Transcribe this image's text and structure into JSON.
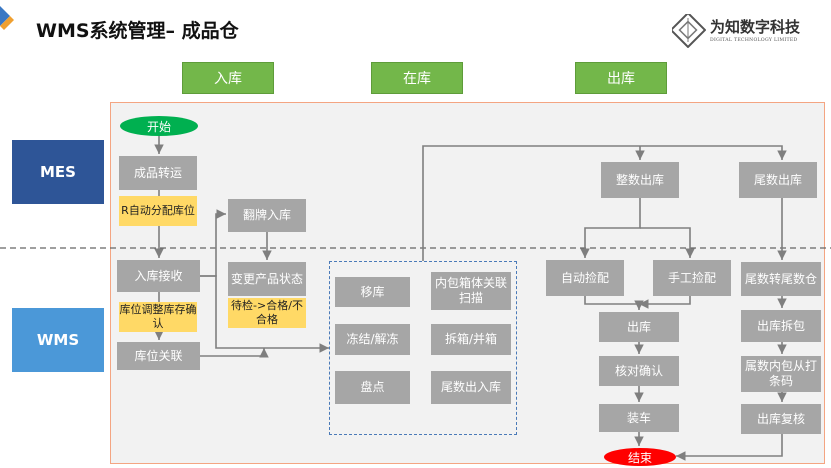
{
  "header": {
    "title": "WMS系统管理– 成品仓",
    "logo": {
      "name_cn": "为知数字科技",
      "name_en": "DIGITAL TECHNOLOGY LIMITED"
    }
  },
  "phases": {
    "inbound": "入库",
    "instock": "在库",
    "outbound": "出库"
  },
  "systems": {
    "mes": "MES",
    "wms": "WMS"
  },
  "inbound": {
    "start": "开始",
    "transfer": "成品转运",
    "note_auto_alloc": "R自动分配库位",
    "receive": "入库接收",
    "note_adjust": "库位调整库存确认",
    "bind": "库位关联",
    "flip_in": "翻牌入库",
    "status_change": "变更产品状态",
    "note_status": "待检->合格/不合格"
  },
  "instock": {
    "move": "移库",
    "inner_scan": "内包箱体关联扫描",
    "freeze": "冻结/解冻",
    "split_merge": "拆箱/并箱",
    "count": "盘点",
    "tail_io": "尾数出入库"
  },
  "outbound": {
    "whole_out": "整数出库",
    "tail_out": "尾数出库",
    "auto_pick": "自动捡配",
    "manual_pick": "手工捡配",
    "out": "出库",
    "verify": "核对确认",
    "load": "装车",
    "tail_to_whole": "尾数转尾数仓",
    "out_unpack": "出库拆包",
    "tail_inner_scan": "属数内包从打条码",
    "out_recheck": "出库复核",
    "end": "结束"
  },
  "colors": {
    "phase": "#73b74a",
    "mes": "#2e5597",
    "wms": "#4b98d8",
    "step": "#a6a6a6",
    "note": "#ffd966",
    "start": "#00b050",
    "end": "#ff0000",
    "frame_border": "#f4a582"
  }
}
